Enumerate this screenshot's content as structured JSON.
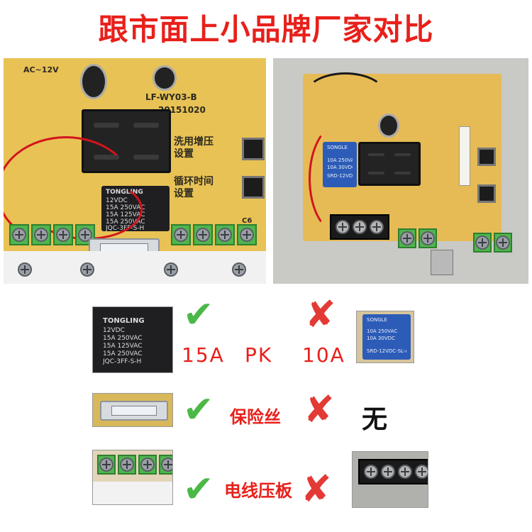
{
  "header": {
    "title": "跟市面上小品牌厂家对比"
  },
  "left_board": {
    "labels": {
      "voltage": "AC~12V",
      "model": "LF-WY03-B",
      "date": "20151020",
      "button_1": "洗用增压\n设置",
      "button_2": "循环时间\n设置",
      "c6": "C6"
    },
    "relay": {
      "brand": "TONGLING",
      "lines": [
        "12VDC",
        "15A 250VAC",
        "15A 125VAC",
        "15A 250VAC",
        "JQC-3FF-S-H"
      ]
    }
  },
  "right_board": {
    "relay": {
      "brand": "SONGLE",
      "lines": [
        "10A 250VAC",
        "10A 30VDC",
        "SRD-12VDC-SL-A"
      ]
    }
  },
  "comparison": {
    "row1": {
      "left_value": "15A",
      "vs": "PK",
      "right_value": "10A"
    },
    "row2": {
      "label": "保险丝",
      "right_text": "无"
    },
    "row3": {
      "label": "电线压板"
    }
  },
  "icons": {
    "check": "checkmark-icon",
    "cross": "cross-icon"
  },
  "colors": {
    "title_red": "#e8201b",
    "check_green": "#4cb848",
    "cross_red": "#e33a35"
  }
}
